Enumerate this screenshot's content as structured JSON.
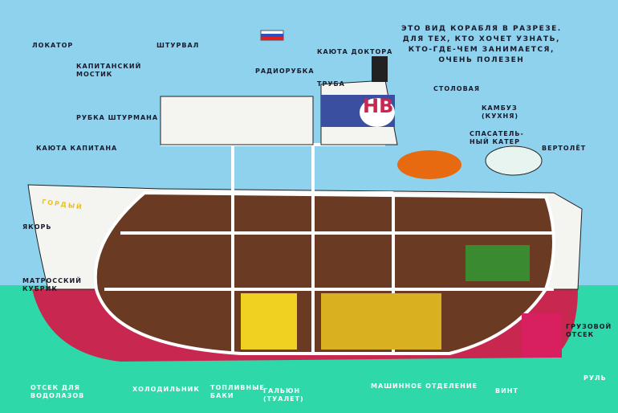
{
  "title_lines": [
    "ЭТО ВИД КОРАБЛЯ В РАЗРЕЗЕ.",
    "ДЛЯ ТЕХ, КТО ХОЧЕТ УЗНАТЬ,",
    "КТО-ГДЕ-ЧЕМ ЗАНИМАЕТСЯ,",
    "ОЧЕНЬ ПОЛЕЗЕН"
  ],
  "ship_name": "ГОРДЫЙ",
  "funnel_logo": "НВ",
  "labels": {
    "locator": "ЛОКАТОР",
    "wheel": "ШТУРВАЛ",
    "bridge": "КАПИТАНСКИЙ\nМОСТИК",
    "radio": "РАДИОРУБКА",
    "doctor": "КАЮТА ДОКТОРА",
    "funnel": "ТРУБА",
    "dining": "СТОЛОВАЯ",
    "galley": "КАМБУЗ\n(КУХНЯ)",
    "lifeboat": "СПАСАТЕЛЬ-\nНЫЙ КАТЕР",
    "helicopter": "ВЕРТОЛЁТ",
    "navigator": "РУБКА ШТУРМАНА",
    "captain": "КАЮТА КАПИТАНА",
    "anchor": "ЯКОРЬ",
    "crew": "МАТРОССКИЙ\nКУБРИК",
    "divers": "ОТСЕК ДЛЯ\nВОДОЛАЗОВ",
    "fridge": "ХОЛОДИЛЬНИК",
    "fuel": "ТОПЛИВНЫЕ\nБАКИ",
    "toilet": "ГАЛЬЮН\n(ТУАЛЕТ)",
    "engine": "МАШИННОЕ ОТДЕЛЕНИЕ",
    "propeller": "ВИНТ",
    "rudder": "РУЛЬ",
    "cargo": "ГРУЗОВОЙ\nОТСЕК"
  },
  "colors": {
    "sky": "#8ed2ee",
    "water": "#2fd8a8",
    "hull_red": "#c8284f",
    "hull_white": "#f4f4f0"
  }
}
